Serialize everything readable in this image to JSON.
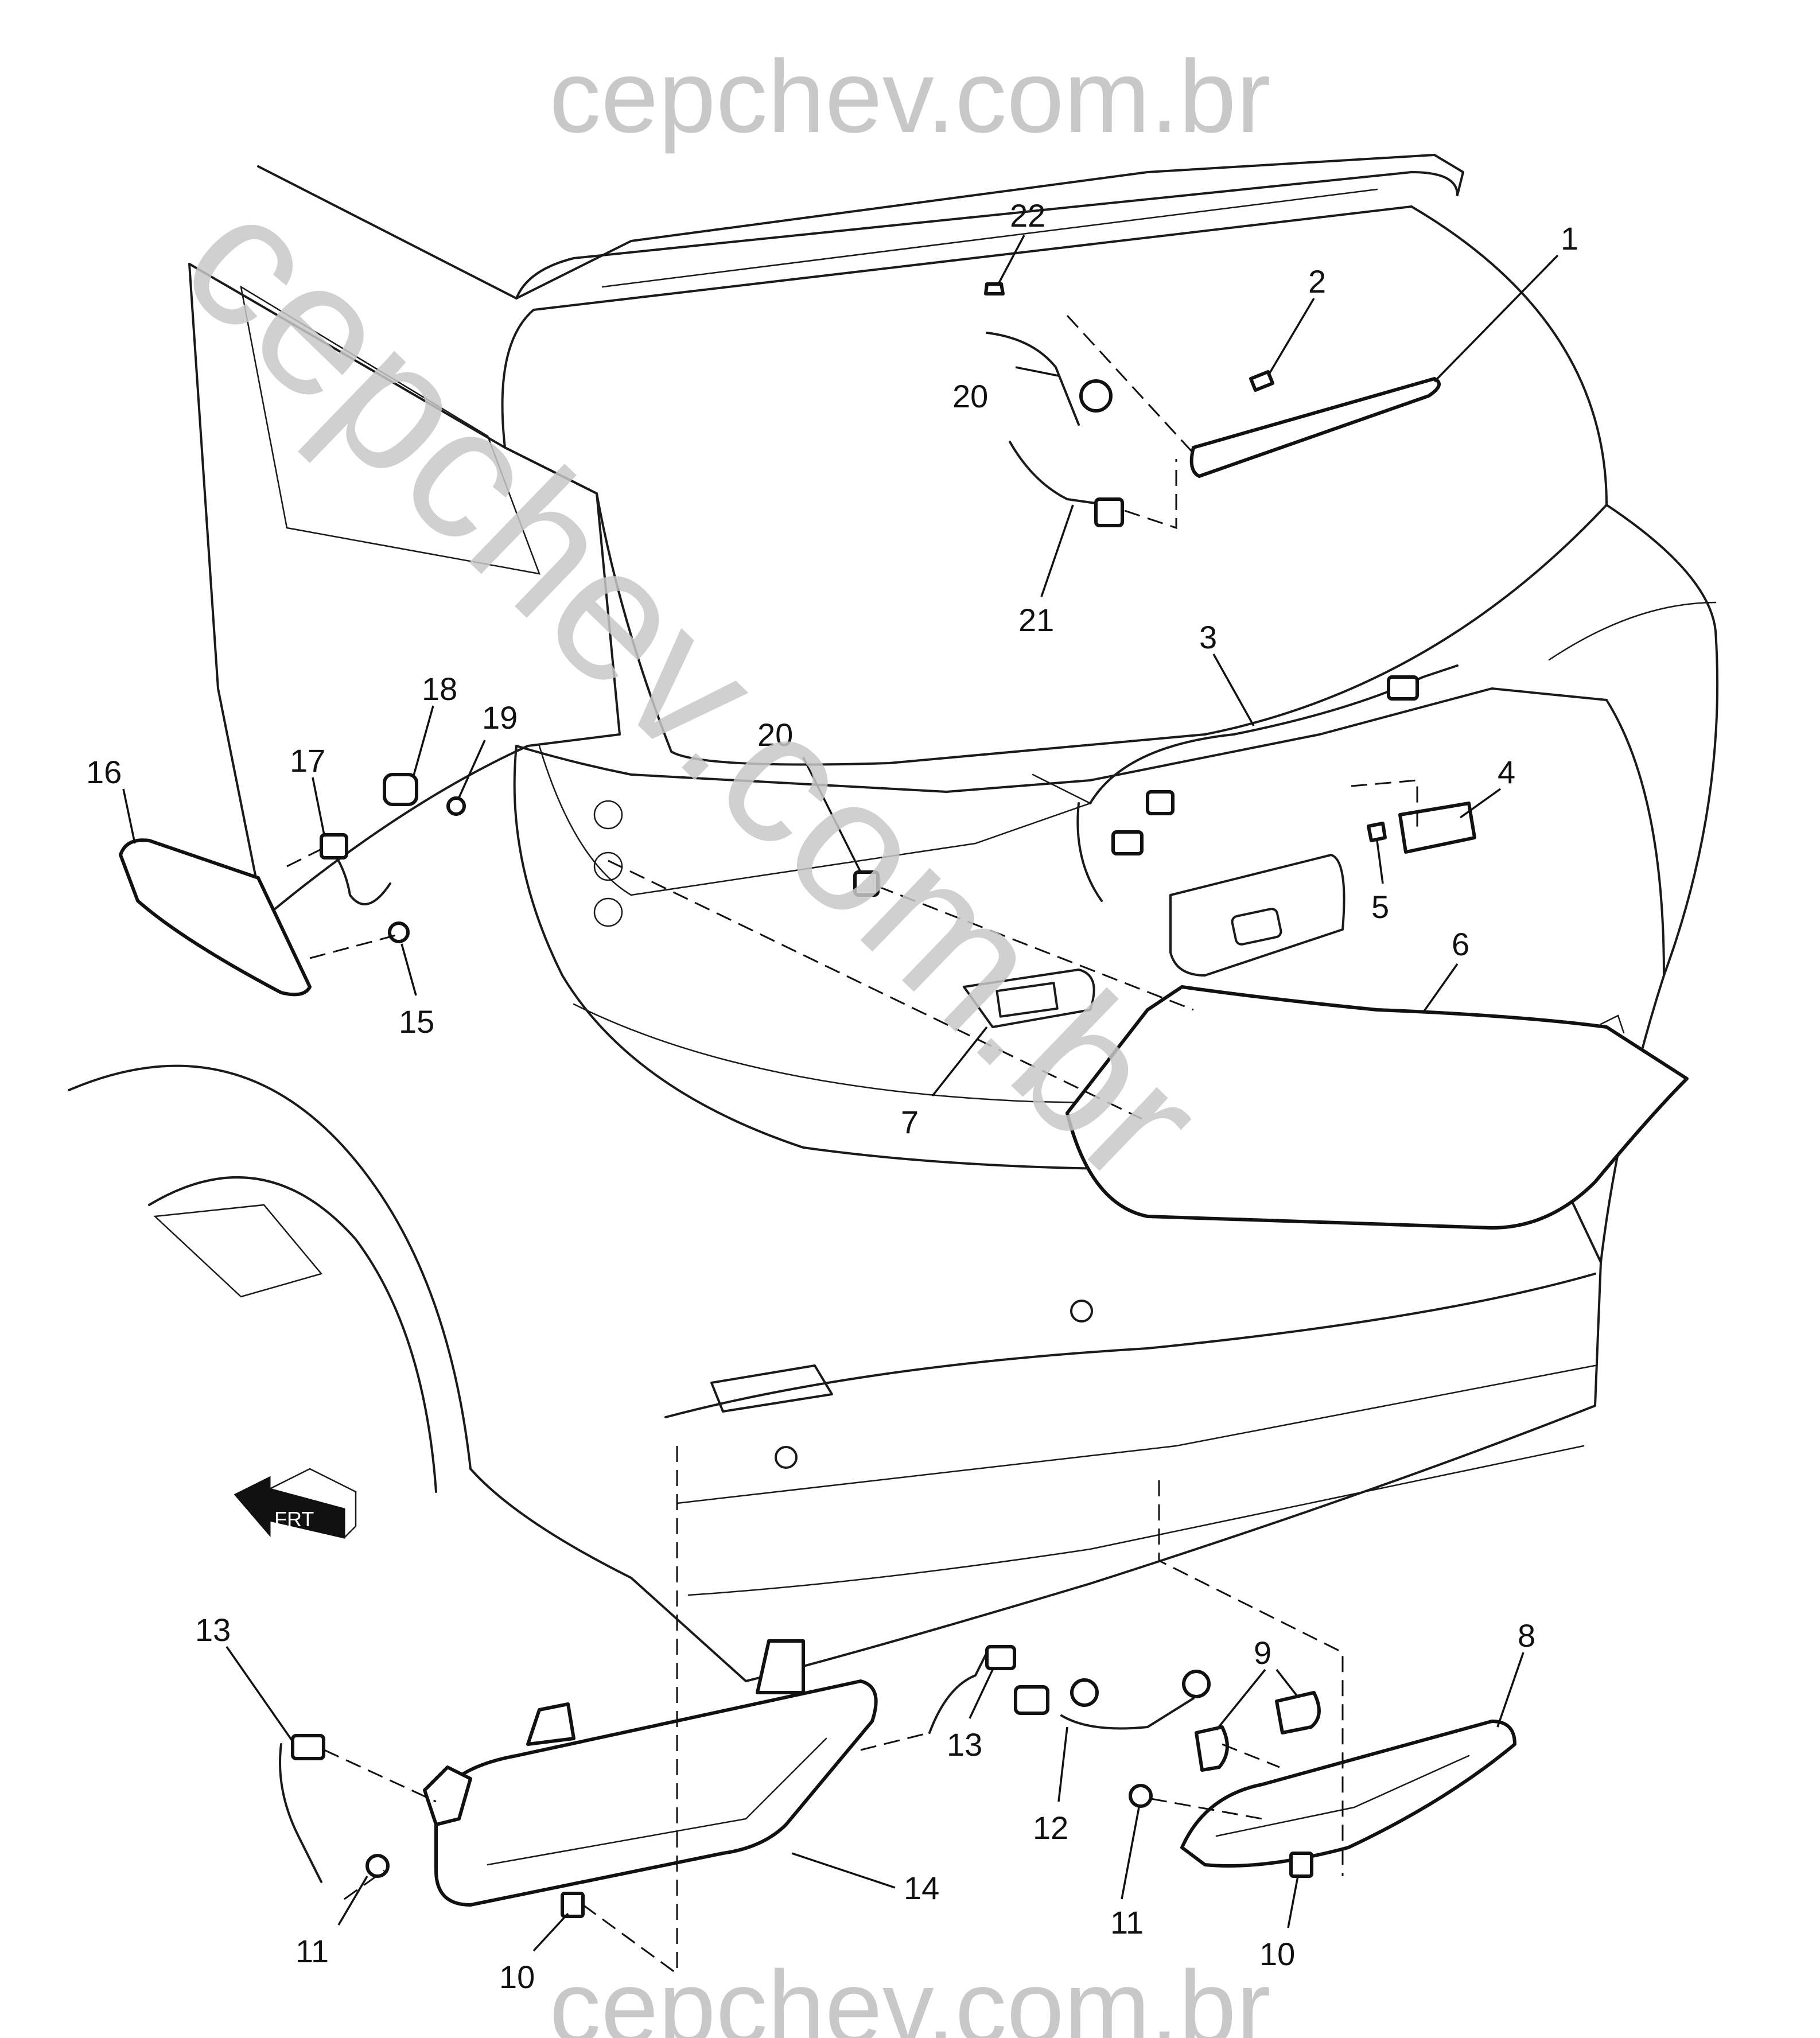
{
  "watermarks": {
    "top": "cepchev.com.br",
    "bottom": "cepchev.com.br",
    "diagonal": "cepchev.com.br",
    "color": "#c8c8c8"
  },
  "orientation_badge": {
    "text": "FRT",
    "icon": "front-direction-arrow-icon"
  },
  "callouts": [
    {
      "id": "c1",
      "label": "1"
    },
    {
      "id": "c2",
      "label": "2"
    },
    {
      "id": "c3",
      "label": "3"
    },
    {
      "id": "c4",
      "label": "4"
    },
    {
      "id": "c5",
      "label": "5"
    },
    {
      "id": "c6",
      "label": "6"
    },
    {
      "id": "c7",
      "label": "7"
    },
    {
      "id": "c8",
      "label": "8"
    },
    {
      "id": "c9",
      "label": "9"
    },
    {
      "id": "c10a",
      "label": "10"
    },
    {
      "id": "c10b",
      "label": "10"
    },
    {
      "id": "c11a",
      "label": "11"
    },
    {
      "id": "c11b",
      "label": "11"
    },
    {
      "id": "c12",
      "label": "12"
    },
    {
      "id": "c13a",
      "label": "13"
    },
    {
      "id": "c13b",
      "label": "13"
    },
    {
      "id": "c14",
      "label": "14"
    },
    {
      "id": "c15",
      "label": "15"
    },
    {
      "id": "c16",
      "label": "16"
    },
    {
      "id": "c17",
      "label": "17"
    },
    {
      "id": "c18",
      "label": "18"
    },
    {
      "id": "c19",
      "label": "19"
    },
    {
      "id": "c20a",
      "label": "20"
    },
    {
      "id": "c20b",
      "label": "20"
    },
    {
      "id": "c21",
      "label": "21"
    },
    {
      "id": "c22",
      "label": "22"
    }
  ]
}
